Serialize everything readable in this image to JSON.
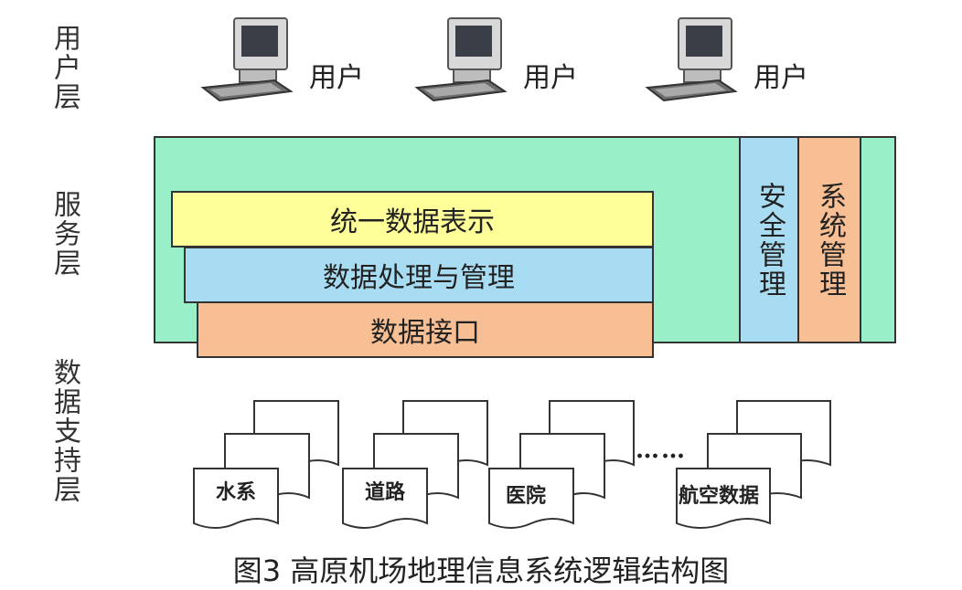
{
  "layers": {
    "user": "用户层",
    "service": "服务层",
    "data": "数据支持层"
  },
  "users": [
    "用户",
    "用户",
    "用户"
  ],
  "service": {
    "stack": [
      "统一数据表示",
      "数据处理与管理",
      "数据接口"
    ],
    "side": [
      "安全管理",
      "系统管理"
    ]
  },
  "data_sources": [
    "水系",
    "道路",
    "医院",
    "航空数据"
  ],
  "ellipsis": "……",
  "caption": "图3  高原机场地理信息系统逻辑结构图",
  "colors": {
    "service_bg": "#99f0c8",
    "yellow": "#ffff99",
    "blue": "#a8dcf2",
    "orange": "#f7bf93"
  }
}
